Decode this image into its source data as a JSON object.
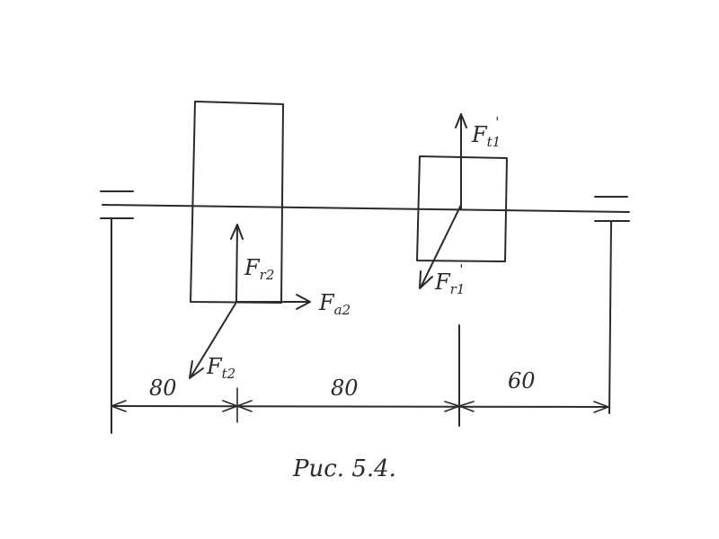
{
  "forces": {
    "fr2": {
      "main": "F",
      "sub": "r2"
    },
    "fa2": {
      "main": "F",
      "sub": "a2"
    },
    "ft2": {
      "main": "F",
      "sub": "t2"
    },
    "ft1": {
      "main": "F",
      "sub": "t1",
      "prime": "'"
    },
    "fr1": {
      "main": "F",
      "sub": "r1",
      "prime": "'"
    }
  },
  "dimensions": {
    "d1": "80",
    "d2": "80",
    "d3": "60"
  },
  "caption": "Рис. 5.4.",
  "colors": {
    "ink": "#2a2a2a",
    "paper": "#ffffff"
  }
}
